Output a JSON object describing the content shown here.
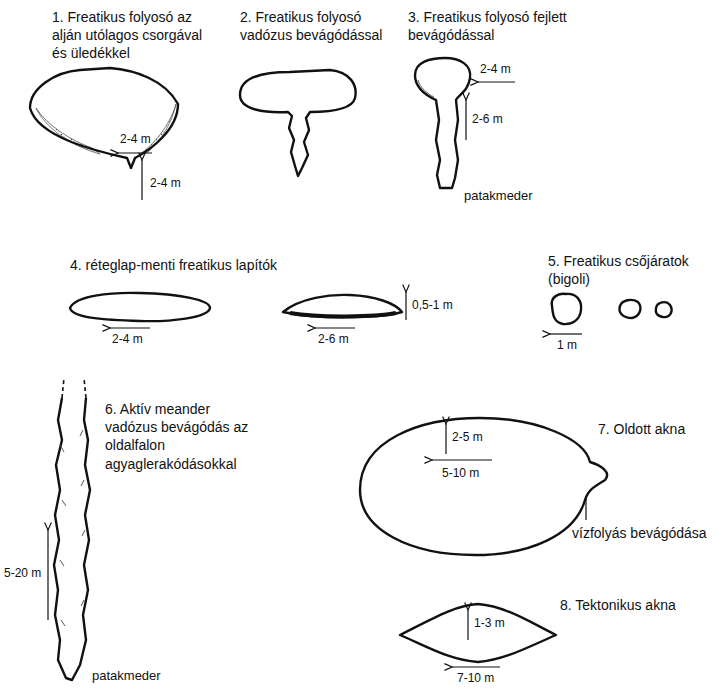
{
  "diagram": {
    "labels": [
      "1. Freatikus folyosó az alján utólagos csorgával és üledékkel",
      "2-4 m",
      "2-4 m",
      "2. Freatikus folyosó vadózus bevágódással",
      "3. Freatikus folyosó fejlett bevágódással",
      "2-4 m",
      "2-6 m",
      "patakmeder",
      "4. réteglap-menti freatikus lapítók",
      "2-4 m",
      "0,5-1 m",
      "2-6 m",
      "5. Freatikus csőjáratok (bigoli)",
      "1 m",
      "6. Aktív meander vadózus bevágódás az oldalfalon agyaglerakódásokkal",
      "5-20 m",
      "patakmeder",
      "7. Oldott akna",
      "2-5 m",
      "5-10 m",
      "vízfolyás bevágódása",
      "8. Tektonikus akna",
      "1-3 m",
      "7-10 m"
    ]
  }
}
